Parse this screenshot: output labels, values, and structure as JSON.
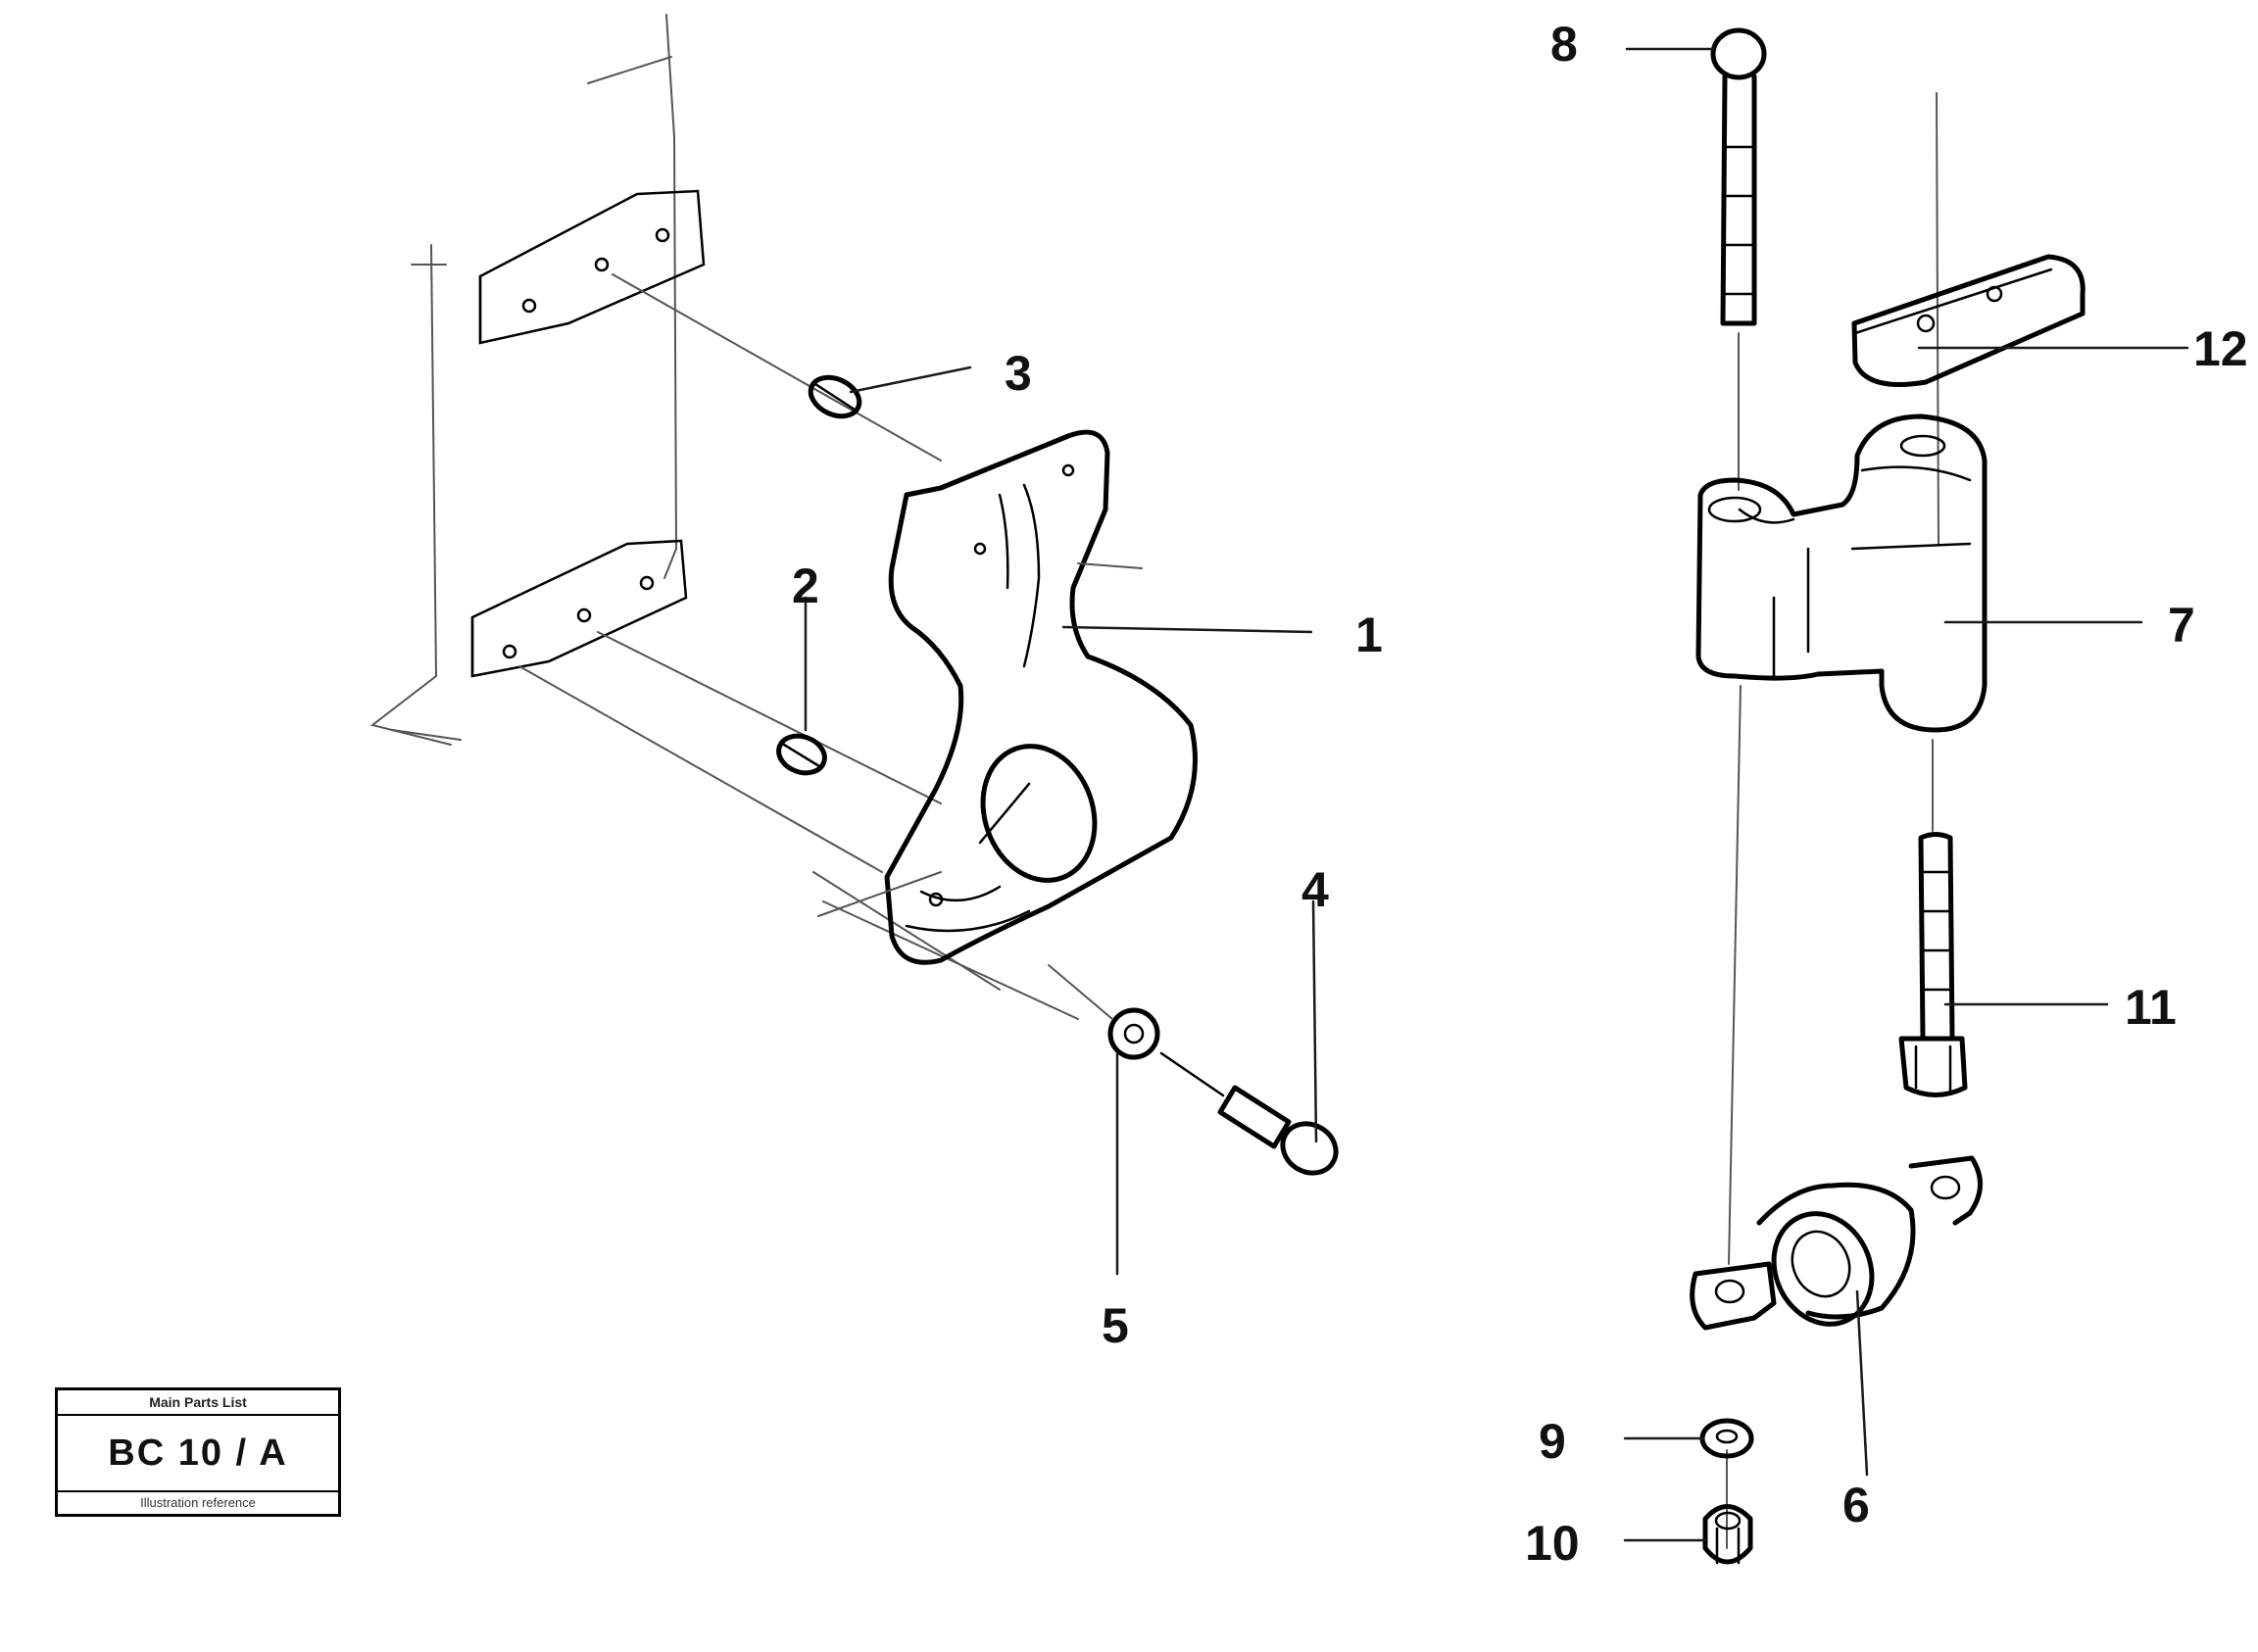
{
  "callouts": {
    "c1": "1",
    "c2": "2",
    "c3": "3",
    "c4": "4",
    "c5": "5",
    "c6": "6",
    "c7": "7",
    "c8": "8",
    "c9": "9",
    "c10": "10",
    "c11": "11",
    "c12": "12"
  },
  "reference_box": {
    "top_text": "Main Parts List",
    "code": "BC 10 / A",
    "bottom_text": "Illustration reference"
  }
}
